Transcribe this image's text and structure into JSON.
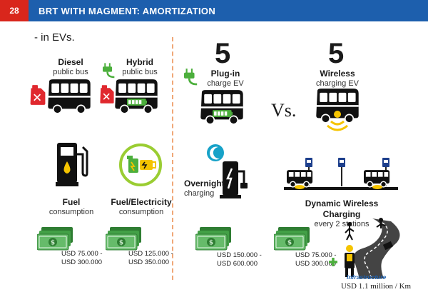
{
  "header": {
    "slide_number": "28",
    "title": "BRT WITH MAGMENT: AMORTIZATION"
  },
  "subtitle": "- in EVs.",
  "left": {
    "diesel": {
      "title": "Diesel",
      "sub": "public bus"
    },
    "hybrid": {
      "title": "Hybrid",
      "sub": "public bus"
    },
    "fuel": {
      "title": "Fuel",
      "sub": "consumption"
    },
    "fuel_electricity": {
      "title": "Fuel/Electricity",
      "sub": "consumption"
    },
    "price_diesel": [
      "USD 75.000 -",
      "USD 300.000"
    ],
    "price_hybrid": [
      "USD 125.000 -",
      "USD 350.000"
    ]
  },
  "right": {
    "plugin_count": "5",
    "wireless_count": "5",
    "plugin": {
      "title": "Plug-in",
      "sub": "charge EV"
    },
    "wireless": {
      "title": "Wireless",
      "sub": "charging EV"
    },
    "vs": "Vs.",
    "overnight": {
      "title": "Overnight",
      "sub": "charging"
    },
    "dynamic": {
      "title": "Dynamic Wireless Charging",
      "sub": "every 2 stations"
    },
    "price_plugin": [
      "USD 150.000 -",
      "USD 600.000"
    ],
    "price_wireless": [
      "USD 75.000 -",
      "USD 300.000"
    ],
    "infrastructure_label": "Infrastructure",
    "infrastructure_price": "USD 1.1 million / Km"
  },
  "colors": {
    "header_blue": "#1d5fad",
    "slide_red": "#d9261c",
    "cash_green": "#3f9a3c",
    "ev_green": "#4caf3c",
    "charge_yellow": "#f5c400",
    "divider": "#f0a878"
  }
}
